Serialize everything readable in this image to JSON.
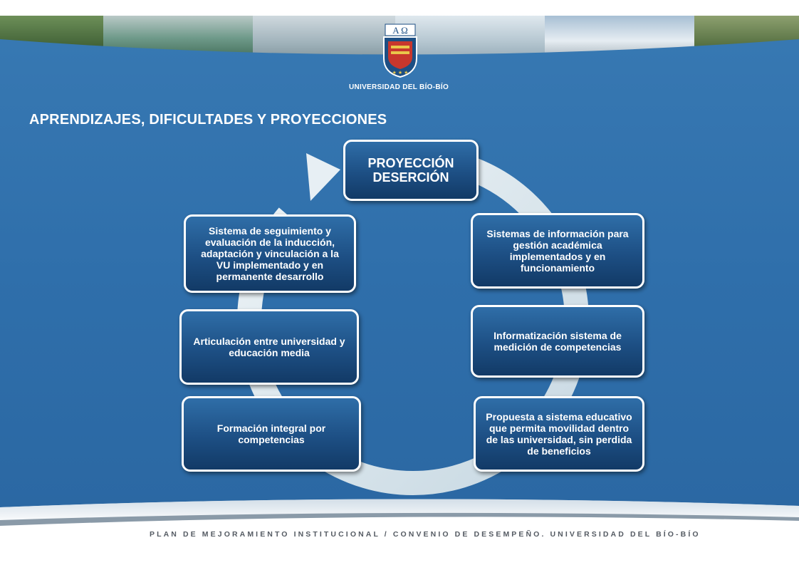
{
  "header": {
    "university_name": "UNIVERSIDAD DEL BÍO-BÍO",
    "crest_letters": "A Ω"
  },
  "title": "APRENDIZAJES, DIFICULTADES Y PROYECCIONES",
  "cycle": {
    "center": "PROYECCIÓN DESERCIÓN",
    "items": [
      "Sistemas de información para gestión académica implementados y en funcionamiento",
      "Informatización sistema de medición de competencias",
      "Propuesta a sistema educativo que permita movilidad dentro de las universidad, sin perdida de beneficios",
      "Formación integral por competencias",
      "Articulación entre universidad y educación media",
      "Sistema de seguimiento y evaluación de la inducción, adaptación y vinculación a la VU implementado y en permanente desarrollo"
    ]
  },
  "footer": "PLAN DE MEJORAMIENTO INSTITUCIONAL / CONVENIO DE DESEMPEÑO. UNIVERSIDAD DEL BÍO-BÍO",
  "colors": {
    "background_blue": "#2f6fab",
    "box_dark": "#1d4f84",
    "ring": "#d8e6ee",
    "footer_text": "#555b63"
  }
}
